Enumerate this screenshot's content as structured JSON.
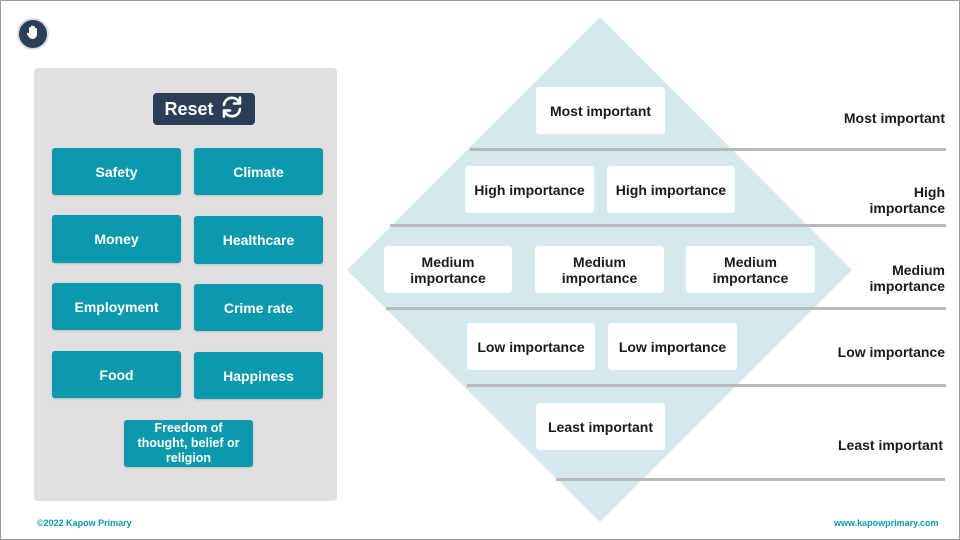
{
  "panel": {
    "reset_label": "Reset",
    "cards": [
      "Safety",
      "Climate",
      "Money",
      "Healthcare",
      "Employment",
      "Crime rate",
      "Food",
      "Happiness",
      "Freedom of thought, belief or religion"
    ]
  },
  "pyramid": {
    "slots": {
      "most": "Most important",
      "high": "High importance",
      "medium": "Medium importance",
      "low": "Low importance",
      "least": "Least important"
    }
  },
  "levels": [
    "Most important",
    "High importance",
    "Medium importance",
    "Low importance",
    "Least important"
  ],
  "footer": {
    "copyright": "©2022 Kapow Primary",
    "website": "www.kapowprimary.com"
  },
  "colors": {
    "card": "#0b99ae",
    "dark": "#2c3e57",
    "diamond": "#d3e9ee",
    "panel": "#e1dfe0"
  },
  "icons": {
    "hand": "hand-icon",
    "reset": "refresh-icon"
  }
}
